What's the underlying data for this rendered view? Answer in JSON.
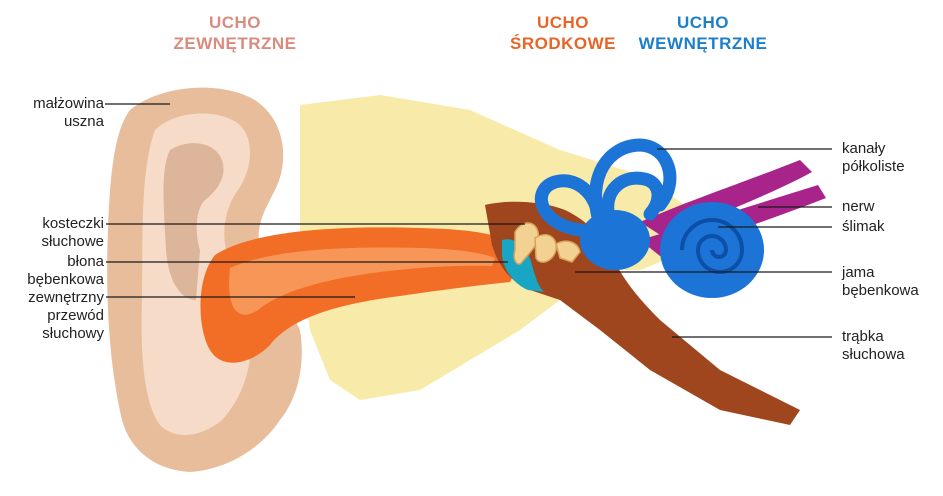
{
  "headers": {
    "outer": {
      "line1": "UCHO",
      "line2": "ZEWNĘTRZNE",
      "color": "#d98c7e"
    },
    "middle": {
      "line1": "UCHO",
      "line2": "ŚRODKOWE",
      "color": "#ea6428"
    },
    "inner": {
      "line1": "UCHO",
      "line2": "WEWNĘTRZNE",
      "color": "#1d7fc9"
    }
  },
  "labels": {
    "malzowina": {
      "line1": "małżowina",
      "line2": "uszna"
    },
    "kosteczki": {
      "line1": "kosteczki",
      "line2": "słuchowe"
    },
    "blona": {
      "line1": "błona",
      "line2": "bębenkowa"
    },
    "przewod": {
      "line1": "zewnętrzny",
      "line2": "przewód",
      "line3": "słuchowy"
    },
    "kanaly": {
      "line1": "kanały",
      "line2": "półkoliste"
    },
    "nerw": {
      "line1": "nerw"
    },
    "slimak": {
      "line1": "ślimak"
    },
    "jama": {
      "line1": "jama",
      "line2": "bębenkowa"
    },
    "trabka": {
      "line1": "trąbka",
      "line2": "słuchowa"
    }
  },
  "colors": {
    "skin_light": "#f6dcc8",
    "skin_mid": "#e8bd9c",
    "skin_dark": "#c99674",
    "bone": "#f8eaa8",
    "canal": "#f26d25",
    "canal_light": "#f89658",
    "middle_cavity": "#a0461e",
    "ossicles": "#f3d193",
    "eardrum": "#18a6c4",
    "inner_blue": "#1b74d6",
    "inner_blue_dark": "#0d4fa6",
    "nerve": "#a8238a",
    "leader": "#1a1a1a"
  }
}
